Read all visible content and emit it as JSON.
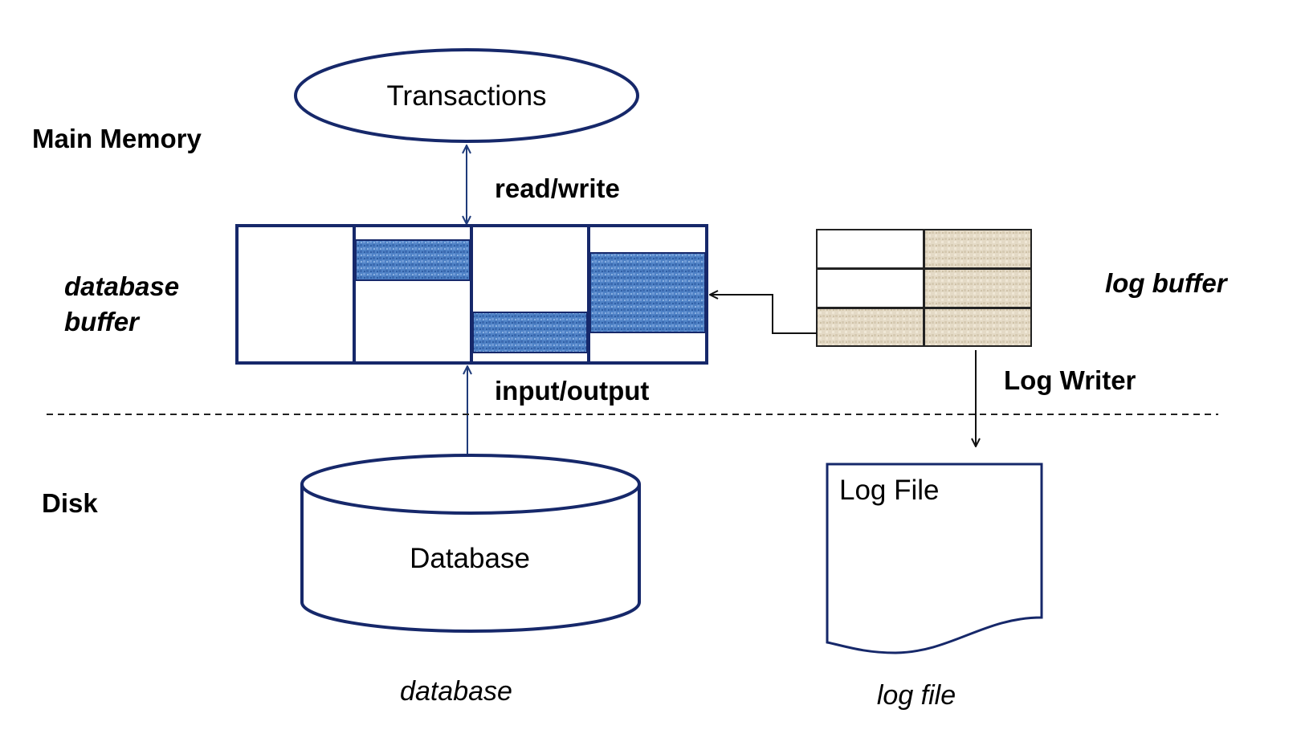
{
  "regions": {
    "main_memory": "Main Memory",
    "disk": "Disk"
  },
  "nodes": {
    "transactions": "Transactions",
    "database_buffer": "database buffer",
    "database_buffer_lines": [
      "database",
      "buffer"
    ],
    "log_buffer": "log buffer",
    "database": "Database",
    "log_file": "Log File"
  },
  "edges": {
    "read_write": "read/write",
    "input_output": "input/output",
    "log_writer": "Log Writer"
  },
  "captions": {
    "database": "database",
    "log_file": "log file"
  },
  "colors": {
    "outline": "#16286a",
    "page_fill": "#4a7cc4",
    "log_fill": "#e2d8c4"
  }
}
